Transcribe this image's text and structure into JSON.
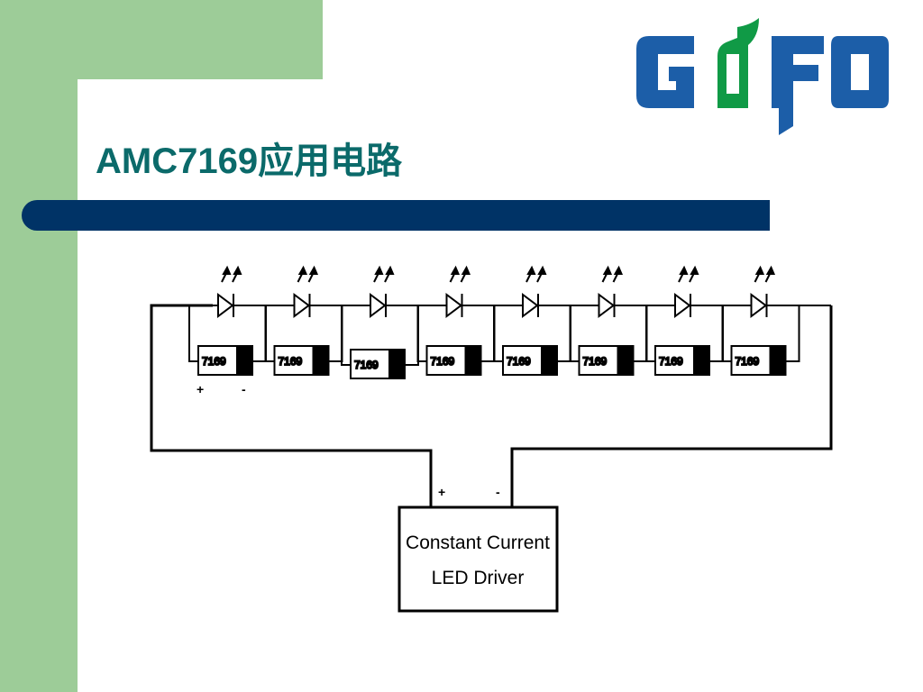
{
  "slide": {
    "title": "AMC7169应用电路",
    "logo_text": "GOFO"
  },
  "colors": {
    "green_band": "#9dcc98",
    "title_bar": "#003366",
    "title_text": "#0b6a6a",
    "logo_blue": "#1c5ea8",
    "logo_green": "#109a46"
  },
  "circuit": {
    "chips": [
      "7169",
      "7169",
      "7169",
      "7169",
      "7169",
      "7169",
      "7169",
      "7169"
    ],
    "chip_plus": "+",
    "chip_minus": "-",
    "driver_plus": "+",
    "driver_minus": "-",
    "driver_line1": "Constant Current",
    "driver_line2": "LED Driver"
  }
}
